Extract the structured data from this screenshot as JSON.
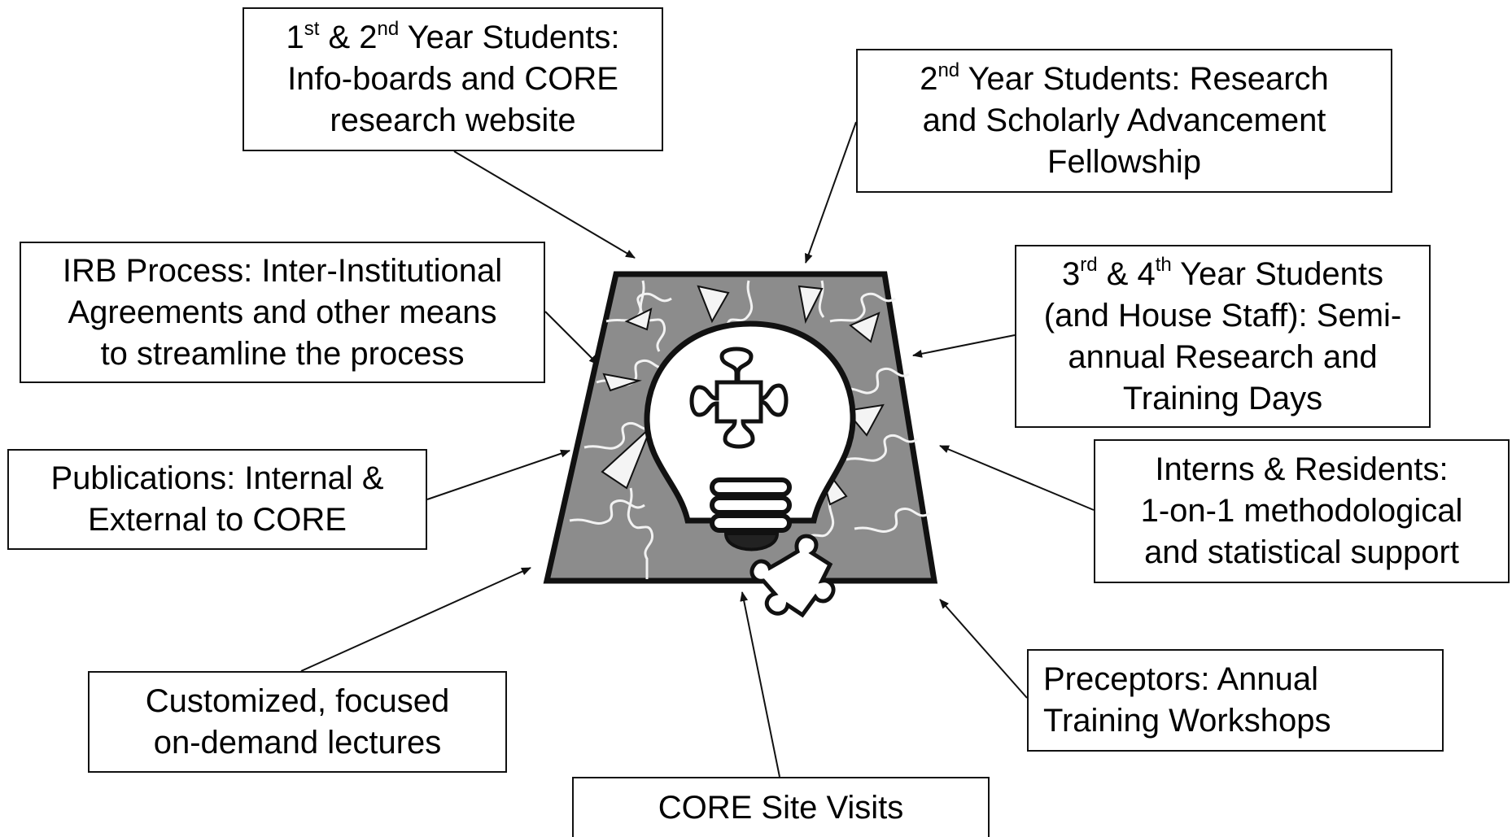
{
  "boxes": {
    "year12": {
      "line1": {
        "n1": "1",
        "s1": "st",
        "mid": " & 2",
        "s2": "nd",
        "tail": " Year Students:"
      },
      "line2": "Info-boards and CORE",
      "line3": "research website"
    },
    "year2": {
      "line1": {
        "n1": "2",
        "s1": "nd",
        "tail": " Year Students: Research"
      },
      "line2": "and Scholarly Advancement",
      "line3": "Fellowship"
    },
    "irb": {
      "line1": "IRB Process: Inter-Institutional",
      "line2": "Agreements and other means",
      "line3": "to streamline the process"
    },
    "year34": {
      "line1": {
        "n1": "3",
        "s1": "rd",
        "mid": " & 4",
        "s2": "th",
        "tail": " Year Students"
      },
      "line2": "(and House Staff): Semi-",
      "line3": "annual Research and",
      "line4": "Training Days"
    },
    "publications": {
      "line1": "Publications: Internal &",
      "line2": "External to CORE"
    },
    "interns": {
      "line1": "Interns & Residents:",
      "line2": "1-on-1 methodological",
      "line3": "and statistical support"
    },
    "lectures": {
      "line1": "Customized, focused",
      "line2": "on-demand lectures"
    },
    "preceptors": {
      "line1": "Preceptors: Annual",
      "line2": "Training Workshops"
    },
    "sitevisits": {
      "line1": "CORE Site Visits"
    }
  },
  "colors": {
    "puzzle_fill": "#8c8c8c",
    "stroke": "#111111",
    "bulb_fill": "#ffffff"
  },
  "icons": [
    "lightbulb-puzzle-icon",
    "puzzle-piece-icon"
  ]
}
